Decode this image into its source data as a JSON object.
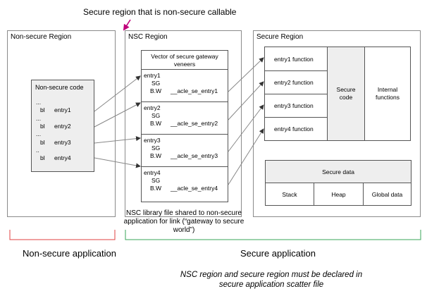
{
  "top_annotation": "Secure region that is non-secure callable",
  "regions": {
    "nonsecure_title": "Non-secure Region",
    "nsc_title": "NSC Region",
    "secure_title": "Secure Region"
  },
  "nonsecure_code": {
    "title": "Non-secure code",
    "lines": [
      {
        "prefix": "...",
        "instr": "",
        "target": ""
      },
      {
        "prefix": "",
        "instr": "bl",
        "target": "entry1"
      },
      {
        "prefix": "...",
        "instr": "",
        "target": ""
      },
      {
        "prefix": "",
        "instr": "bl",
        "target": "entry2"
      },
      {
        "prefix": "...",
        "instr": "",
        "target": ""
      },
      {
        "prefix": "",
        "instr": "bl",
        "target": "entry3"
      },
      {
        "prefix": "..",
        "instr": "",
        "target": ""
      },
      {
        "prefix": "",
        "instr": "bl",
        "target": "entry4"
      }
    ]
  },
  "veneers": {
    "header": "Vector of secure gateway veneers",
    "entries": [
      {
        "label": "entry1",
        "sg": "SG",
        "bw": "B.W",
        "target": "__acle_se_entry1"
      },
      {
        "label": "entry2",
        "sg": "SG",
        "bw": "B.W",
        "target": "__acle_se_entry2"
      },
      {
        "label": "entry3",
        "sg": "SG",
        "bw": "B.W",
        "target": "__acle_se_entry3"
      },
      {
        "label": "entry4",
        "sg": "SG",
        "bw": "B.W",
        "target": "__acle_se_entry4"
      }
    ]
  },
  "nsc_caption": "NSC library file shared to non-secure application for link (“gateway to secure world”)",
  "secure_code": {
    "functions": [
      "entry1 function",
      "entry2 function",
      "entry3 function",
      "entry4 function"
    ],
    "secure_code_label": "Secure code",
    "internal_label": "Internal functions"
  },
  "secure_data": {
    "title": "Secure data",
    "cells": [
      "Stack",
      "Heap",
      "Global data"
    ]
  },
  "brackets": {
    "nonsecure_label": "Non-secure application",
    "secure_label": "Secure application"
  },
  "footnote": "NSC region and secure region must be declared in secure application scatter file",
  "colors": {
    "annotation_arrow": "#c0007a",
    "nonsecure_bracket": "#e04040",
    "secure_bracket": "#3aa45a"
  }
}
